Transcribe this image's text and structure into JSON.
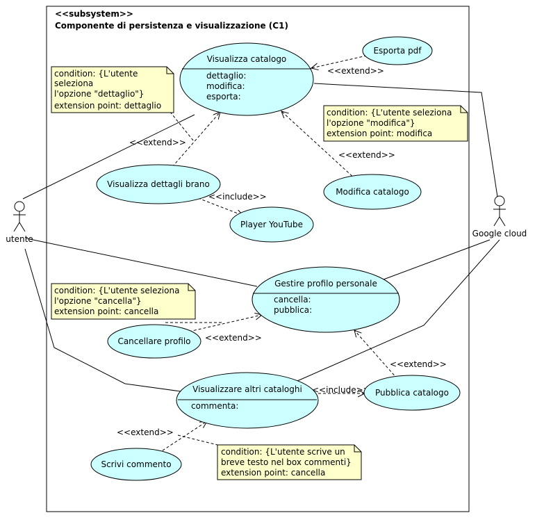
{
  "subsystem": {
    "stereotype": "<<subsystem>>",
    "name": "Componente di persistenza e visualizzazione (C1)"
  },
  "actors": {
    "utente": "utente",
    "google": "Google cloud"
  },
  "use_cases": {
    "visualizza_catalogo": {
      "title": "Visualizza catalogo",
      "extension_points": [
        "dettaglio:",
        "modifica:",
        "esporta:"
      ]
    },
    "esporta_pdf": {
      "title": "Esporta pdf"
    },
    "visualizza_dettagli": {
      "title": "Visualizza dettagli brano"
    },
    "player_youtube": {
      "title": "Player YouTube"
    },
    "modifica_catalogo": {
      "title": "Modifica catalogo"
    },
    "gestire_profilo": {
      "title": "Gestire profilo personale",
      "extension_points": [
        "cancella:",
        "pubblica:"
      ]
    },
    "cancellare_profilo": {
      "title": "Cancellare profilo"
    },
    "visualizzare_altri": {
      "title": "Visualizzare altri cataloghi",
      "extension_points": [
        "commenta:"
      ]
    },
    "pubblica_catalogo": {
      "title": "Pubblica catalogo"
    },
    "scrivi_commento": {
      "title": "Scrivi commento"
    }
  },
  "relation_labels": {
    "extend": "<<extend>>",
    "include": "<<include>>"
  },
  "notes": {
    "dettaglio": [
      "condition: {L'utente",
      "seleziona",
      "l'opzione \"dettaglio\"}",
      "extension point: dettaglio"
    ],
    "modifica": [
      "condition: {L'utente seleziona",
      "l'opzione \"modifica\"}",
      "extension point: modifica"
    ],
    "cancella": [
      "condition: {L'utente seleziona",
      "l'opzione \"cancella\"}",
      "extension point: cancella"
    ],
    "commento": [
      "condition: {L'utente scrive un",
      "breve testo nel box commenti}",
      "extension point: cancella"
    ]
  }
}
